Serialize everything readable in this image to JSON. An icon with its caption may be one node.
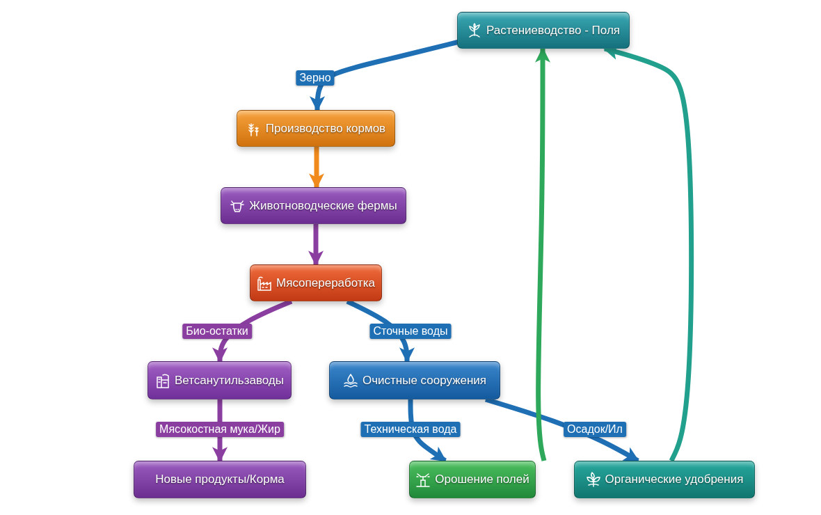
{
  "diagram": {
    "nodes": [
      {
        "text": [
          "Растениеводство - Поля"
        ]
      },
      {
        "text": [
          "Производство кормов"
        ]
      },
      {
        "text": [
          "Животноводческие фермы"
        ]
      },
      {
        "text": [
          "Мясопереработка"
        ]
      },
      {
        "text": [
          "Ветсанутильзаводы"
        ]
      },
      {
        "text": [
          "Очистные сооружения"
        ]
      },
      {
        "text": [
          "Новые продукты/Корма"
        ]
      },
      {
        "text": [
          "Орошение полей"
        ]
      },
      {
        "text": [
          "Органические удобрения"
        ]
      }
    ],
    "edges": [
      {
        "from": 0,
        "to": 1,
        "arrow": "to",
        "label": "Зерно"
      },
      {
        "from": 1,
        "to": 2,
        "arrow": "to",
        "color": "#f08a1c"
      },
      {
        "from": 2,
        "to": 3,
        "arrow": "to",
        "color": "#8a3fa0"
      },
      {
        "from": 3,
        "to": 4,
        "arrow": "to",
        "label": "Био-остатки",
        "color": "#8a3fa0"
      },
      {
        "from": 3,
        "to": 5,
        "arrow": "to",
        "label": "Сточные воды"
      },
      {
        "from": 4,
        "to": 6,
        "arrow": "to",
        "label": "Мясокостная мука/Жир",
        "color": "#8a3fa0"
      },
      {
        "from": 5,
        "to": 7,
        "arrow": "to",
        "label": "Техническая вода"
      },
      {
        "from": 5,
        "to": 8,
        "arrow": "to",
        "label": "Осадок/Ил"
      },
      {
        "from": 7,
        "to": 0,
        "arrow": "to",
        "color": "#2ea85a"
      },
      {
        "from": 8,
        "to": 0,
        "arrow": "to",
        "color": "#22a08e"
      }
    ]
  }
}
